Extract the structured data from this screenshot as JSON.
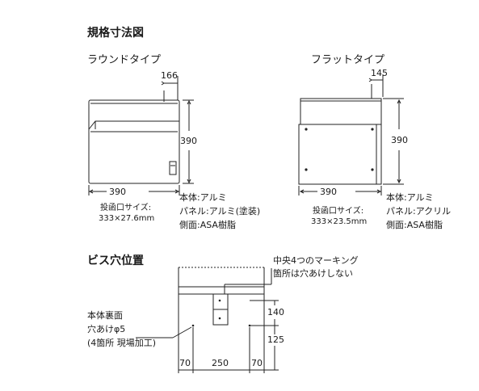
{
  "title": "規格寸法図",
  "round": {
    "label": "ラウンドタイプ",
    "depth": "166",
    "height": "390",
    "width": "390",
    "slot_label": "投函口サイズ:",
    "slot_size": "333×27.6mm",
    "spec1": "本体:アルミ",
    "spec2": "パネル:アルミ(塗装)",
    "spec3": "側面:ASA樹脂"
  },
  "flat": {
    "label": "フラットタイプ",
    "depth": "145",
    "height": "390",
    "width": "390",
    "slot_label": "投函口サイズ:",
    "slot_size": "333×23.5mm",
    "spec1": "本体:アルミ",
    "spec2": "パネル:アクリル",
    "spec3": "側面:ASA樹脂"
  },
  "screw": {
    "title": "ビス穴位置",
    "note1": "中央4つのマーキング",
    "note2": "箇所は穴あけしない",
    "back1": "本体裏面",
    "back2": "穴あけφ5",
    "back3": "(4箇所 現場加工)",
    "v1": "140",
    "v2": "125",
    "h1": "70",
    "h2": "250",
    "h3": "70"
  }
}
